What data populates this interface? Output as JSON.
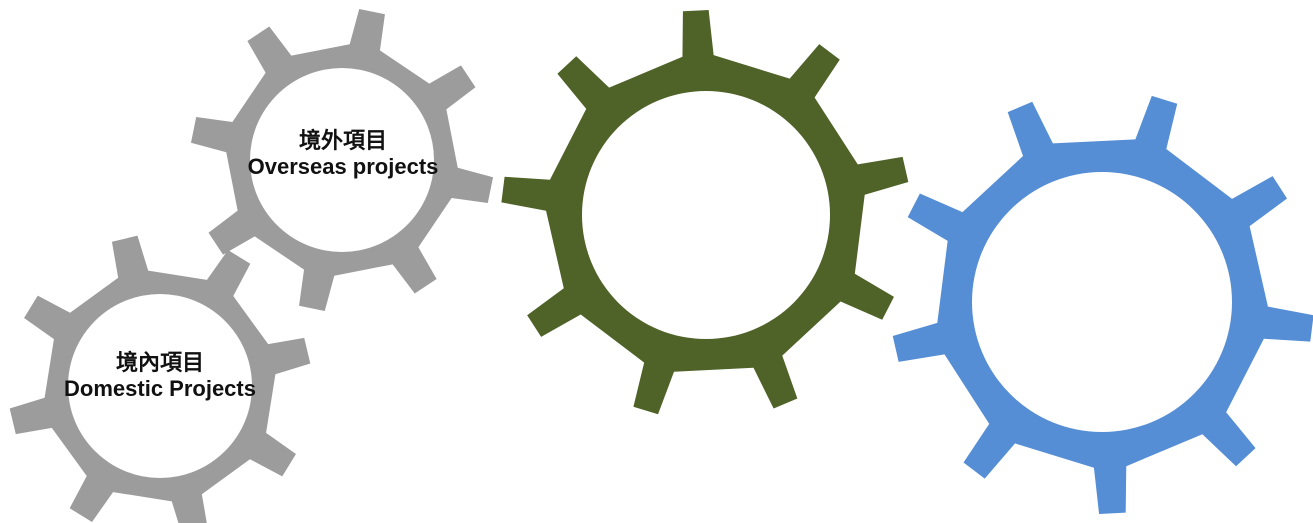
{
  "colors": {
    "gray_gear": "#9c9c9c",
    "green_gear": "#4f6228",
    "blue_gear": "#558ed5",
    "hub_white": "#ffffff"
  },
  "gears": {
    "domestic": {
      "title_zh": "境內項目",
      "title_en": "Domestic Projects",
      "color": "#9c9c9c"
    },
    "overseas": {
      "title_zh": "境外項目",
      "title_en": "Overseas projects",
      "color": "#9c9c9c"
    },
    "efficiency": {
      "title_zh": "提升產能效益",
      "title_en_1": "Improve",
      "title_en_2": "production",
      "title_en_3": "efficiency",
      "color": "#4f6228"
    },
    "profitability": {
      "title_zh": "拓展盈利空間",
      "title_en_1": "Expand",
      "title_en_2": "profitability",
      "title_en_3": "growth potential",
      "color": "#558ed5"
    }
  }
}
